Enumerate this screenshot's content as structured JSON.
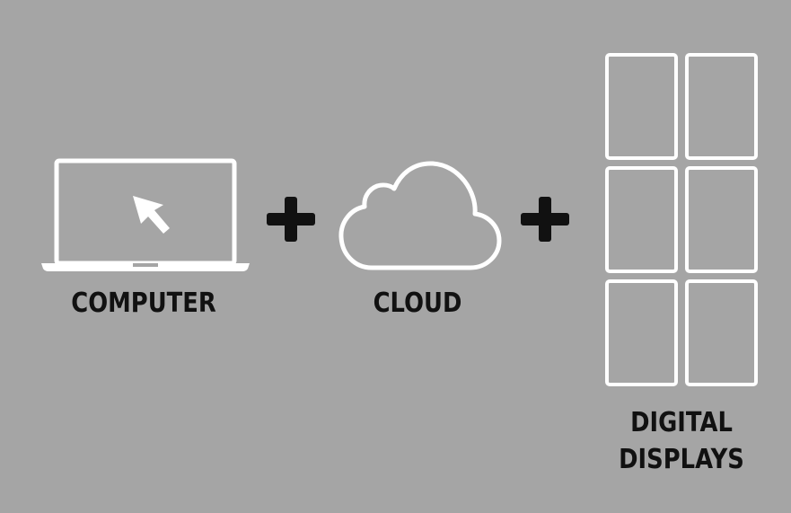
{
  "background_color": "#a5a5a5",
  "icon_color": "#ffffff",
  "text_color": "#111111",
  "items": [
    {
      "icon": "laptop-cursor-icon",
      "label": "COMPUTER"
    },
    {
      "icon": "cloud-icon",
      "label": "CLOUD"
    },
    {
      "icon": "display-grid-icon",
      "label_line1": "DIGITAL",
      "label_line2": "DISPLAYS"
    }
  ],
  "operators": [
    {
      "icon": "plus-icon"
    },
    {
      "icon": "plus-icon"
    }
  ]
}
